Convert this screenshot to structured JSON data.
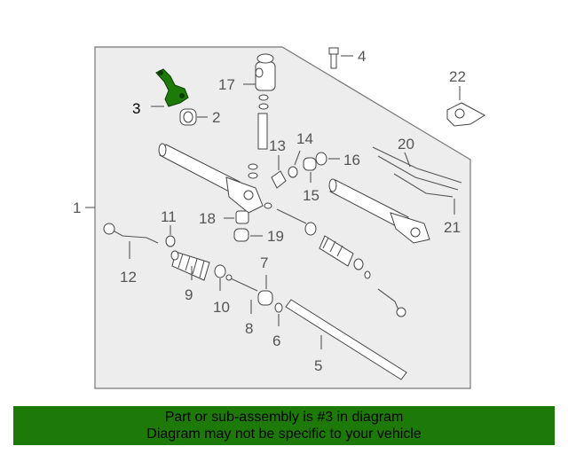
{
  "callouts": {
    "c1": "1",
    "c2": "2",
    "c3": "3",
    "c4": "4",
    "c5": "5",
    "c6": "6",
    "c7": "7",
    "c8": "8",
    "c9": "9",
    "c10": "10",
    "c11": "11",
    "c12": "12",
    "c13": "13",
    "c14": "14",
    "c15": "15",
    "c16": "16",
    "c17": "17",
    "c18": "18",
    "c19": "19",
    "c20": "20",
    "c21": "21",
    "c22": "22"
  },
  "highlight_color": "#1e7a08",
  "banner": {
    "line1": "Part or sub-assembly is #3 in diagram",
    "line2": "Diagram may not be specific to your vehicle"
  }
}
